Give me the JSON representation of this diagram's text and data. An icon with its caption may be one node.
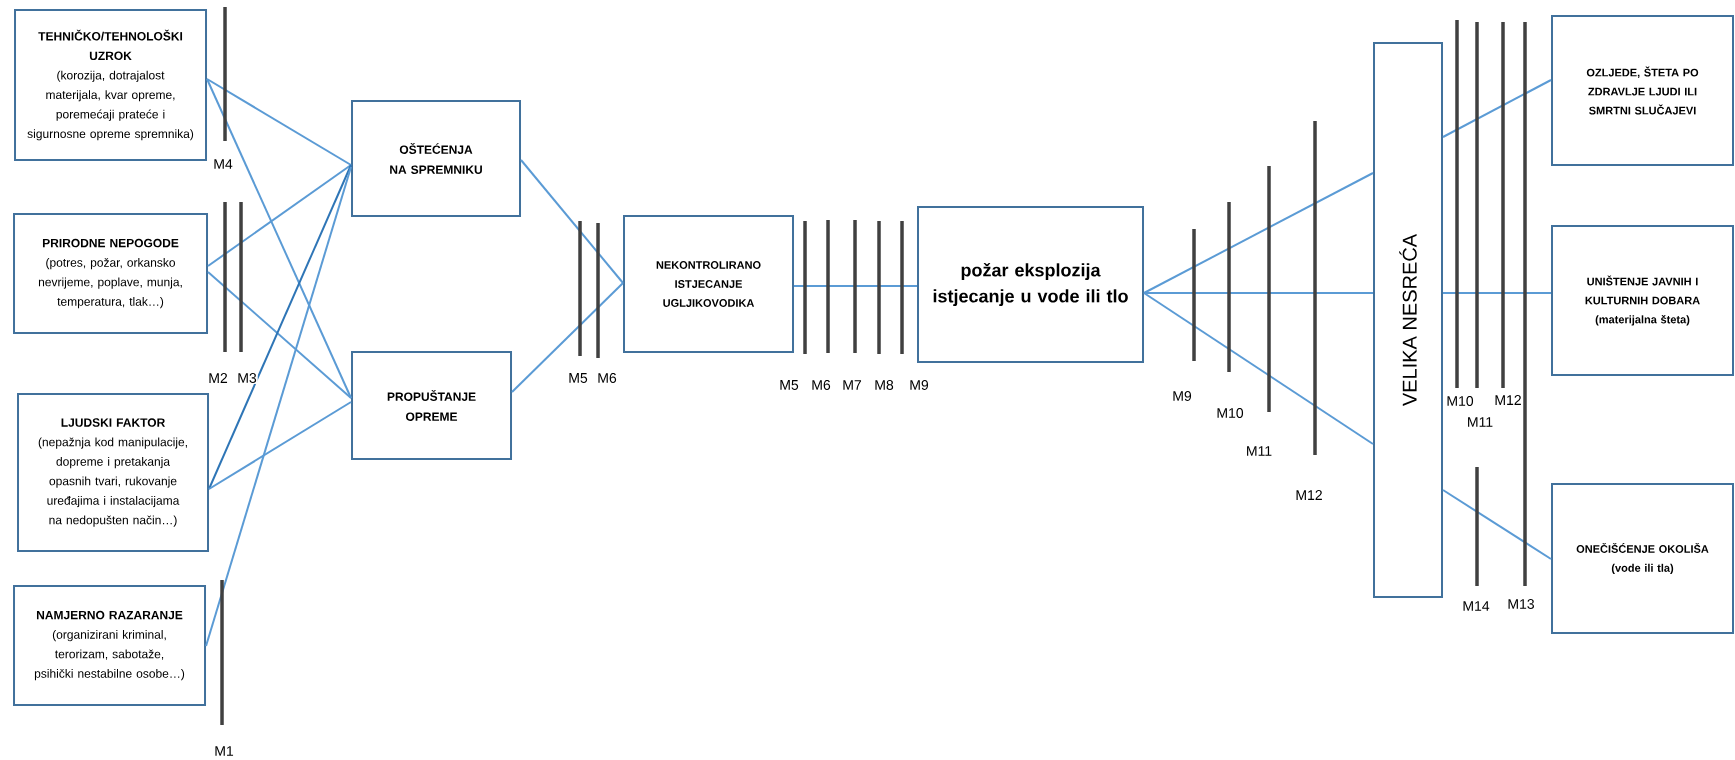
{
  "diagram": {
    "nodes": [
      {
        "text": [
          "TEHNIČKO/TEHNOLOŠKI UZROK",
          "(korozija, dotrajalost materijala, kvar opreme, poremećaji prateće i sigurnosne opreme spremnika)"
        ]
      },
      {
        "text": [
          "PRIRODNE NEPOGODE",
          "(potres, požar, orkansko nevrijeme, poplave, munja, temperatura, tlak…)"
        ]
      },
      {
        "text": [
          "LJUDSKI FAKTOR",
          "(nepažnja kod manipulacije, dopreme i pretakanja opasnih tvari, rukovanje uređajima i instalacijama na nedopušten način…)"
        ]
      },
      {
        "text": [
          "NAMJERNO RAZARANJE",
          "(organizirani kriminal, terorizam, sabotaže, psihički nestabilne osobe…)"
        ]
      },
      {
        "text": [
          "OŠTEĆENJA NA SPREMNIKU"
        ]
      },
      {
        "text": [
          "PROPUŠTANJE OPREME"
        ]
      },
      {
        "text": [
          "NEKONTROLIRANO ISTJECANJE UGLJIKOVODIKA"
        ]
      },
      {
        "text": [
          "požar eksplozija istjecanje u vode ili tlo"
        ]
      },
      {
        "text": [
          "VELIKA NESREĆA"
        ]
      },
      {
        "text": [
          "OZLJEDE, ŠTETA PO ZDRAVLJE LJUDI ILI SMRTNI SLUČAJEVI"
        ]
      },
      {
        "text": [
          "UNIŠTENJE JAVNIH I KULTURNIH DOBARA",
          "(materijalna šteta)"
        ]
      },
      {
        "text": [
          "ONEČIŠĆENJE OKOLIŠA",
          "(vode ili tla)"
        ]
      }
    ],
    "edges": [
      {
        "from": 0,
        "to": 4,
        "arrow": "none"
      },
      {
        "from": 0,
        "to": 5,
        "arrow": "none"
      },
      {
        "from": 1,
        "to": 4,
        "arrow": "none"
      },
      {
        "from": 1,
        "to": 5,
        "arrow": "none"
      },
      {
        "from": 2,
        "to": 4,
        "arrow": "none",
        "color": "#2e75b6"
      },
      {
        "from": 2,
        "to": 5,
        "arrow": "none"
      },
      {
        "from": 3,
        "to": 4,
        "arrow": "none"
      },
      {
        "from": 4,
        "to": 6,
        "arrow": "none"
      },
      {
        "from": 5,
        "to": 6,
        "arrow": "none"
      },
      {
        "from": 6,
        "to": 7,
        "arrow": "none"
      },
      {
        "from": 7,
        "to": 8,
        "arrow": "none"
      },
      {
        "from": 7,
        "to": 8,
        "arrow": "none"
      },
      {
        "from": 7,
        "to": 8,
        "arrow": "none"
      },
      {
        "from": 8,
        "to": 9,
        "arrow": "none"
      },
      {
        "from": 8,
        "to": 10,
        "arrow": "none"
      },
      {
        "from": 8,
        "to": 11,
        "arrow": "none"
      }
    ],
    "labels": [
      "M4",
      "M2",
      "M3",
      "M1",
      "M5",
      "M6",
      "M5",
      "M6",
      "M7",
      "M8",
      "M9",
      "M9",
      "M10",
      "M11",
      "M12",
      "M10",
      "M12",
      "M11",
      "M14",
      "M13"
    ]
  }
}
